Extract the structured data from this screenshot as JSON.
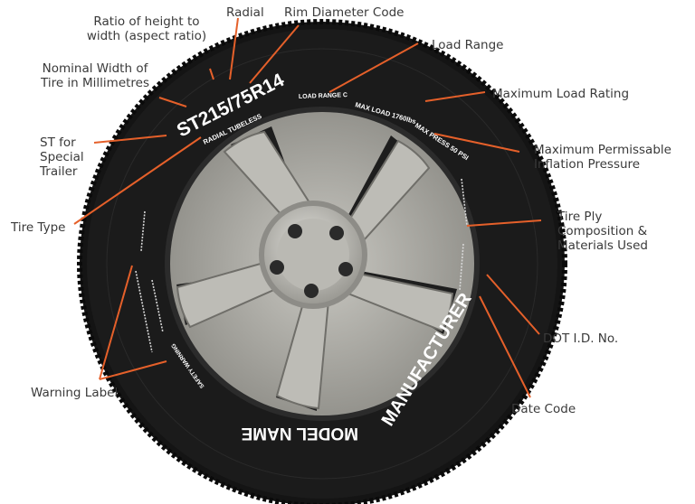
{
  "callouts": {
    "aspect_ratio": "Ratio of height to\nwidth (aspect ratio)",
    "radial": "Radial",
    "rim_diameter": "Rim Diameter Code",
    "load_range": "Load Range",
    "nominal_width": "Nominal Width of\nTire in Millimetres",
    "max_load_rating": "Maximum Load Rating",
    "st_trailer": "ST for\nSpecial\nTrailer",
    "max_inflation": "Maximum Permissable\nInflation Pressure",
    "tire_type": "Tire Type",
    "ply_composition": "Tire Ply\nComposition &\nMaterials Used",
    "dot_id": "DOT I.D. No.",
    "warning_label": "Warning Label",
    "date_code": "Date Code"
  },
  "sidewall": {
    "size_code": "ST215/75R14",
    "radial_tubeless": "RADIAL TUBELESS",
    "load_range": "LOAD RANGE C",
    "max_load": "MAX LOAD 1760lbs",
    "max_press": "MAX PRESS 50 PSI",
    "manufacturer": "MANUFACTURER",
    "model_name": "MODEL NAME",
    "safety_warning": "SAFETY WARNING"
  },
  "colors": {
    "tire": "#1b1b1b",
    "rim": "#a6a59f",
    "leader": "#e5602a",
    "label_text": "#3a3a3a"
  }
}
